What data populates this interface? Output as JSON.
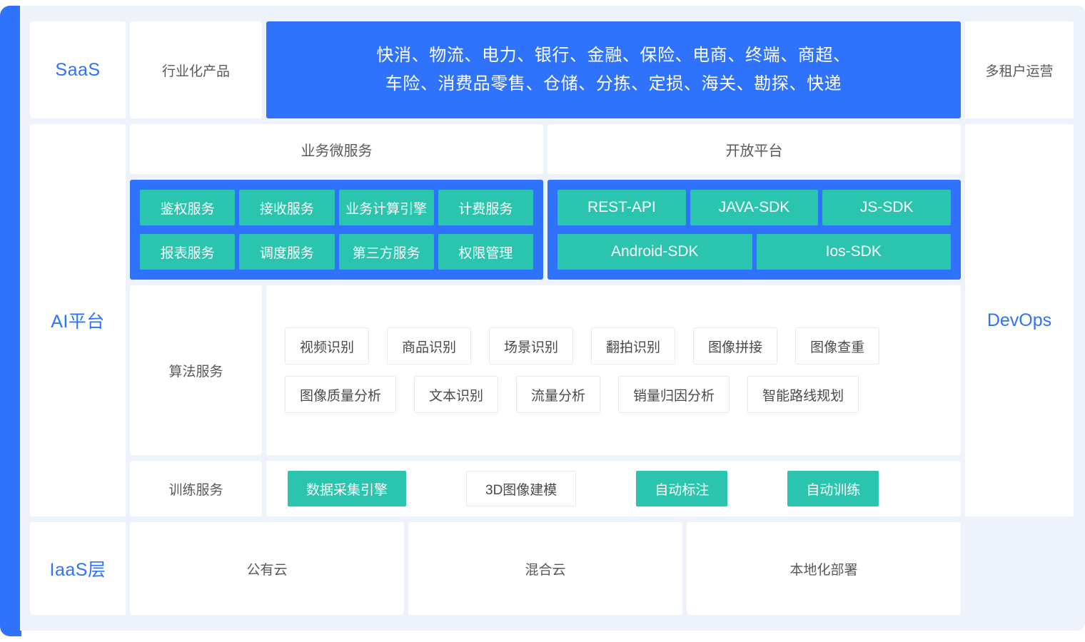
{
  "layers": {
    "saas": {
      "name": "SaaS",
      "kind_label": "行业化产品",
      "industries_line1": "快消、物流、电力、银行、金融、保险、电商、终端、商超、",
      "industries_line2": "车险、消费品零售、仓储、分拣、定损、海关、勘探、快递",
      "right_label": "多租户运营"
    },
    "ai_platform": {
      "name": "AI平台",
      "right_label": "DevOps",
      "microservices": {
        "title": "业务微服务",
        "row1": [
          "鉴权服务",
          "接收服务",
          "业务计算引擎",
          "计费服务"
        ],
        "row2": [
          "报表服务",
          "调度服务",
          "第三方服务",
          "权限管理"
        ]
      },
      "open_platform": {
        "title": "开放平台",
        "row1": [
          "REST-API",
          "JAVA-SDK",
          "JS-SDK"
        ],
        "row2": [
          "Android-SDK",
          "Ios-SDK"
        ]
      },
      "algorithm_services": {
        "label": "算法服务",
        "row1": [
          "视频识别",
          "商品识别",
          "场景识别",
          "翻拍识别",
          "图像拼接",
          "图像查重"
        ],
        "row2": [
          "图像质量分析",
          "文本识别",
          "流量分析",
          "销量归因分析",
          "智能路线规划"
        ]
      },
      "training_services": {
        "label": "训练服务",
        "items": [
          {
            "label": "数据采集引擎",
            "style": "green"
          },
          {
            "label": "3D图像建模",
            "style": "plain"
          },
          {
            "label": "自动标注",
            "style": "green"
          },
          {
            "label": "自动训练",
            "style": "green"
          }
        ]
      }
    },
    "iaas": {
      "name": "IaaS层",
      "items": [
        "公有云",
        "混合云",
        "本地化部署"
      ]
    }
  },
  "colors": {
    "accent_blue": "#2f72fb",
    "chip_green": "#2bc4ae",
    "panel_bg": "#eef2fa",
    "card_bg": "#ffffff",
    "text_gray": "#595959"
  }
}
